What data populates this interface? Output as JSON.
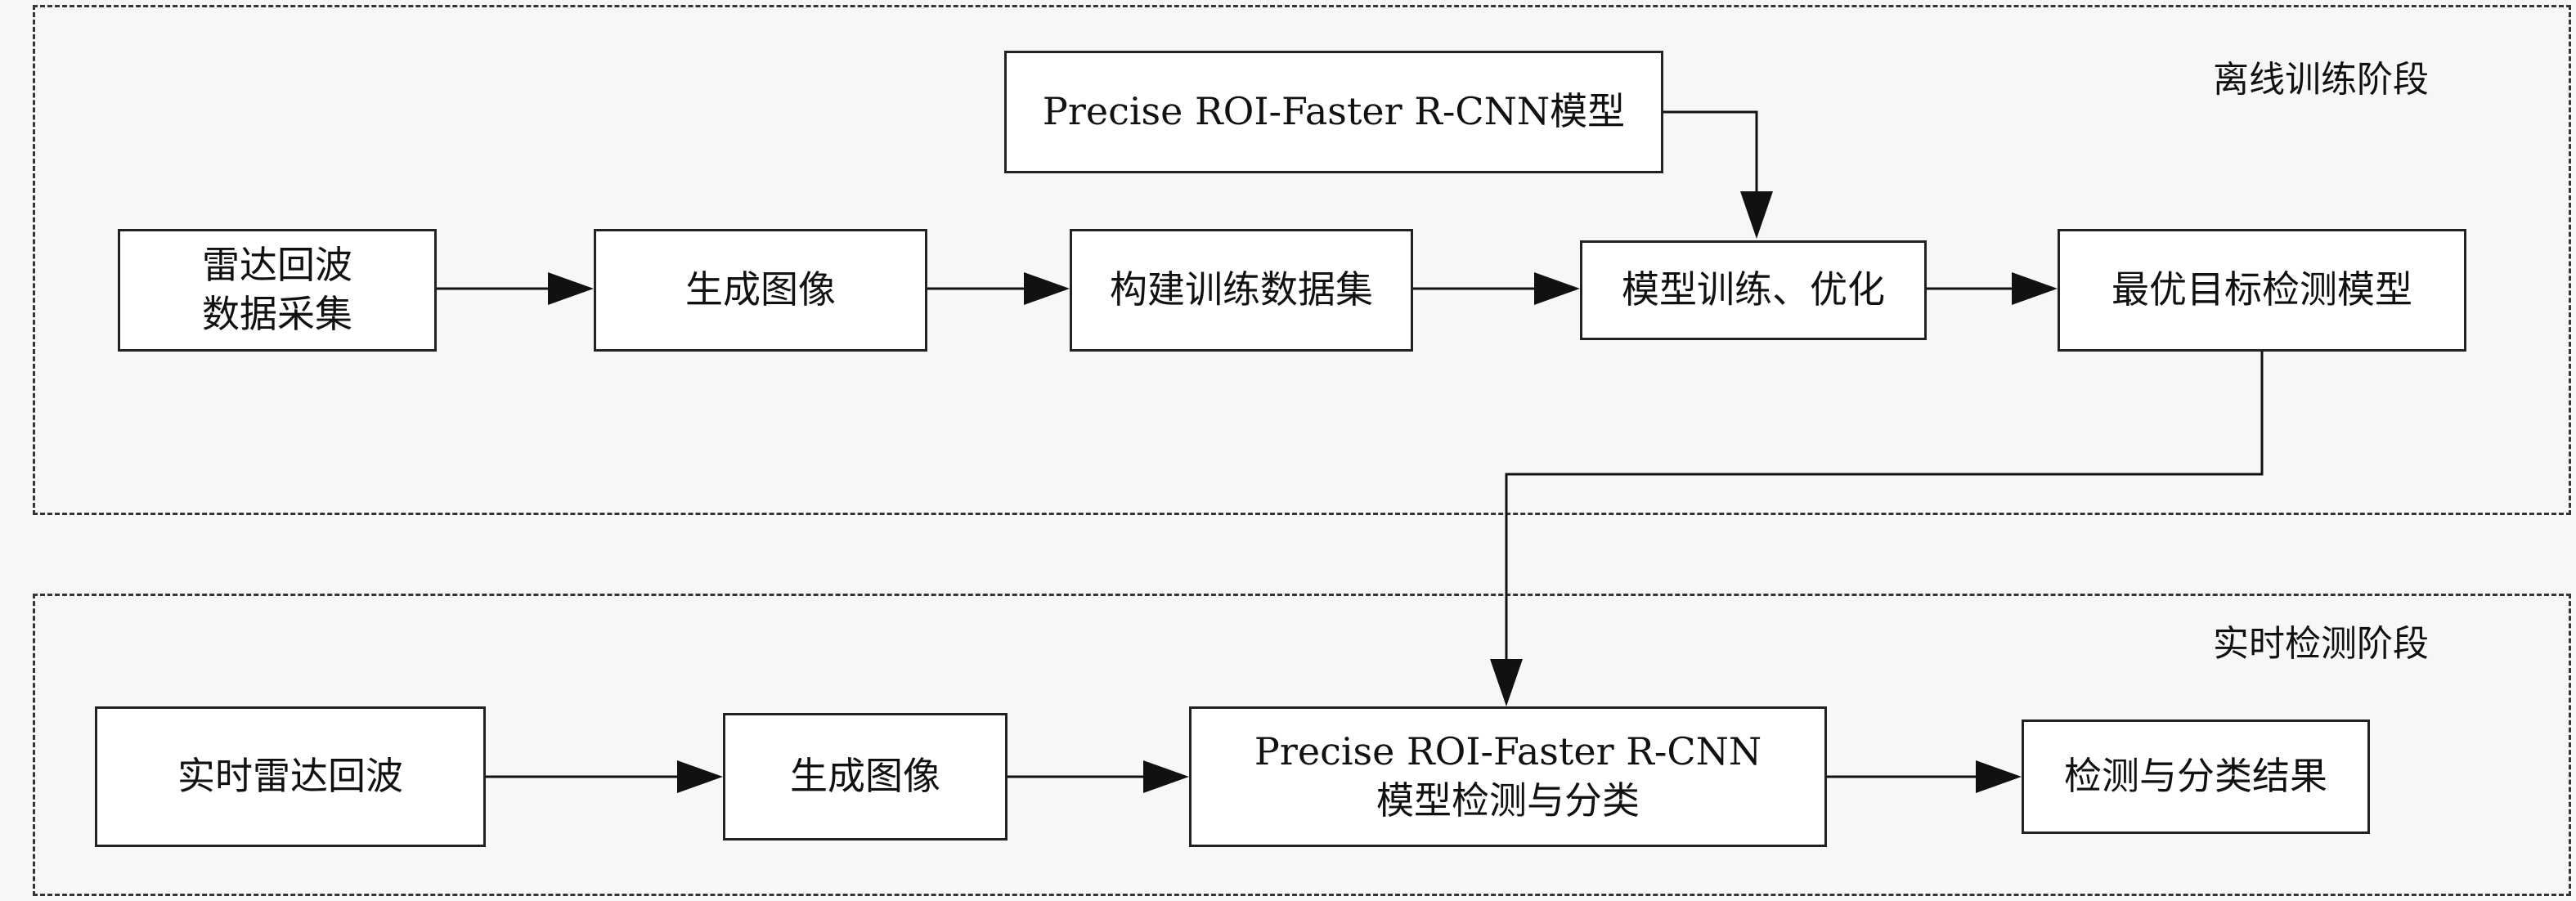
{
  "stages": {
    "offline": "离线训练阶段",
    "realtime": "实时检测阶段"
  },
  "offline_nodes": {
    "radar_echo": [
      "雷达回波",
      "数据采集"
    ],
    "gen_image": "生成图像",
    "build_dataset": "构建训练数据集",
    "model_train": "模型训练、优化",
    "best_model": "最优目标检测模型",
    "precise_model": "Precise ROI-Faster R-CNN模型"
  },
  "realtime_nodes": {
    "realtime_echo": "实时雷达回波",
    "gen_image": "生成图像",
    "detect_model": [
      "Precise ROI-Faster R-CNN",
      "模型检测与分类"
    ],
    "result": "检测与分类结果"
  }
}
